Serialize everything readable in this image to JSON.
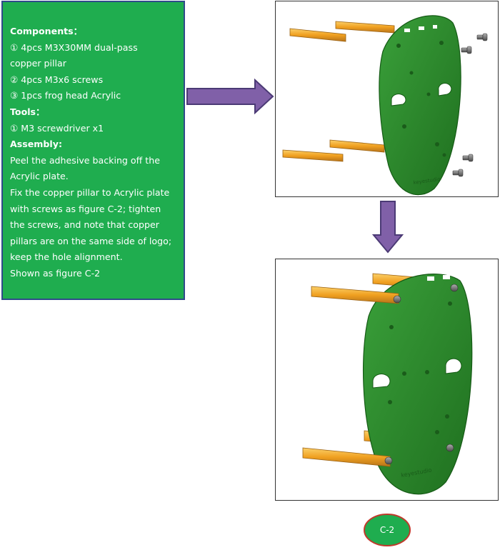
{
  "instructions": {
    "components_heading": "Components：",
    "component_1": "①  4pcs M3X30MM dual-pass",
    "component_1b": "copper pillar",
    "component_2": "② 4pcs M3x6 screws",
    "component_3": "③ 1pcs frog head Acrylic",
    "tools_heading": "Tools：",
    "tool_1": "① M3 screwdriver x1",
    "assembly_heading": "Assembly:",
    "assembly_lines": [
      "Peel the adhesive backing off the",
      "Acrylic plate.",
      "Fix the copper pillar to Acrylic plate",
      "with screws as figure C-2;    tighten",
      "the screws, and note that copper",
      "pillars are on the same side of logo;",
      "keep the hole alignment.",
      "Shown as figure C-2"
    ]
  },
  "plate_logo": "keyestudio",
  "figure_label": "C-2",
  "colors": {
    "panel_green": "#1fad4f",
    "panel_border": "#2f4a8a",
    "arrow_purple": "#8060a8",
    "arrow_border": "#4b3a75",
    "plate_green": "#2e8b2e",
    "pillar_orange": "#f0a020",
    "badge_green": "#1fad4f",
    "badge_border": "#c0392b"
  }
}
